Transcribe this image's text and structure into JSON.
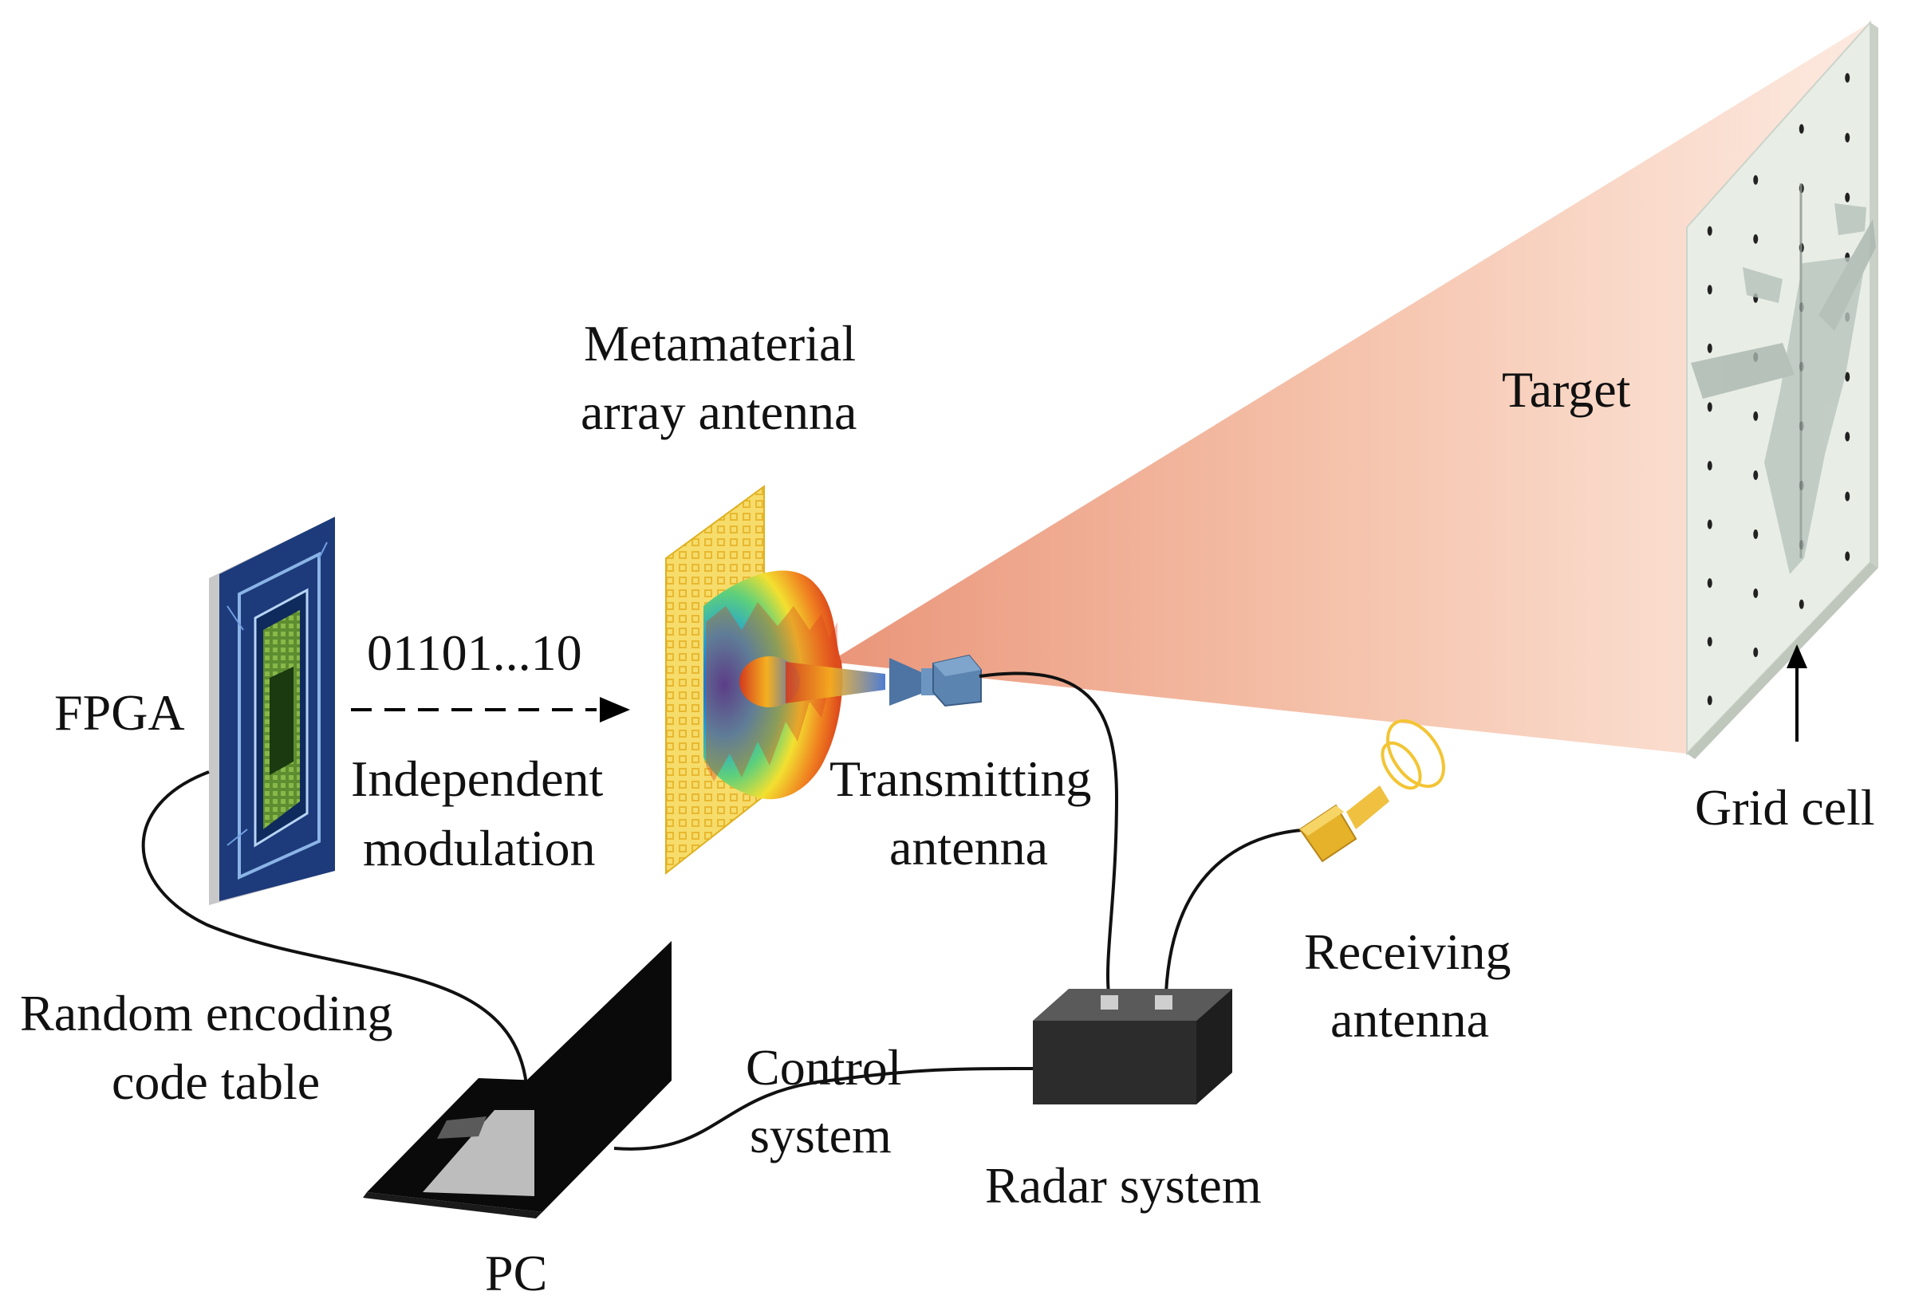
{
  "labels": {
    "fpga": "FPGA",
    "code": "01101...10",
    "modulation_line1": "Independent",
    "modulation_line2": "modulation",
    "meta_line1": "Metamaterial",
    "meta_line2": "array antenna",
    "tx_line1": "Transmitting",
    "tx_line2": "antenna",
    "target": "Target",
    "grid_cell": "Grid cell",
    "rx_line1": "Receiving",
    "rx_line2": "antenna",
    "random_line1": "Random encoding",
    "random_line2": "code table",
    "control_line1": "Control",
    "control_line2": "system",
    "radar": "Radar system",
    "pc": "PC"
  },
  "icons": [
    "fpga-chip-icon",
    "metamaterial-array-icon",
    "radiation-pattern-icon",
    "transmit-horn-icon",
    "receive-horn-icon",
    "radar-box-icon",
    "laptop-icon",
    "aircraft-target-icon",
    "grid-plane-icon"
  ],
  "colors": {
    "beam": "#f3b497",
    "fpga_board": "#1d3a7a",
    "chip": "#4a7a2a",
    "array": "#f4d85a",
    "tx_horn": "#5b84b0",
    "rx_horn": "#f0c040",
    "radar_box": "#3a3a3a",
    "laptop": "#0a0a0a"
  }
}
